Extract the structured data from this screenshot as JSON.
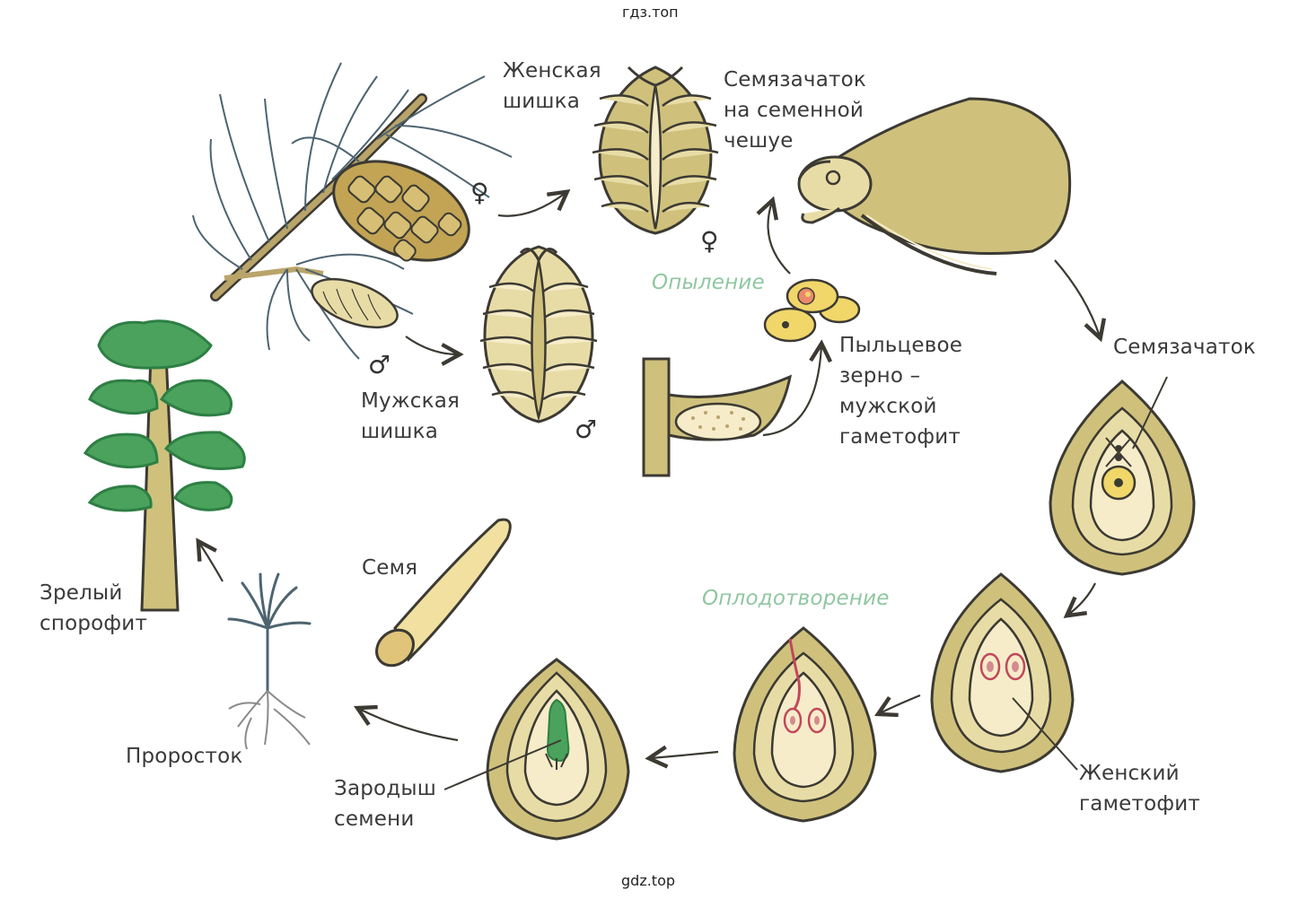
{
  "watermark_top": "гдз.топ",
  "watermark_bottom": "gdz.top",
  "labels": {
    "female_cone": [
      "Женская",
      "шишка"
    ],
    "ovule_on_scale": [
      "Семязачаток",
      "на семенной",
      "чешуе"
    ],
    "pollination": "Опыление",
    "ovule": "Семязачаток",
    "male_cone": [
      "Мужская",
      "шишка"
    ],
    "pollen": [
      "Пыльцевое",
      "зерно –",
      "мужской",
      "гаметофит"
    ],
    "mature_sporophyte": [
      "Зрелый",
      "спорофит"
    ],
    "seed": "Семя",
    "fertilization": "Оплодотворение",
    "seedling": "Проросток",
    "embryo": [
      "Зародыш",
      "семени"
    ],
    "female_gametophyte": [
      "Женский",
      "гаметофит"
    ]
  },
  "symbols": {
    "female": "♀",
    "male": "♂"
  },
  "colors": {
    "tan": "#cfc17c",
    "tan_light": "#e8dca6",
    "cream": "#f6ecc9",
    "yellow": "#f1d66a",
    "outline": "#3c3a33",
    "green": "#4aa25c",
    "green_dark": "#2e7f44",
    "label": "#3a3a3a",
    "process": "#8fc7a0",
    "zygote": "#d58a92"
  }
}
